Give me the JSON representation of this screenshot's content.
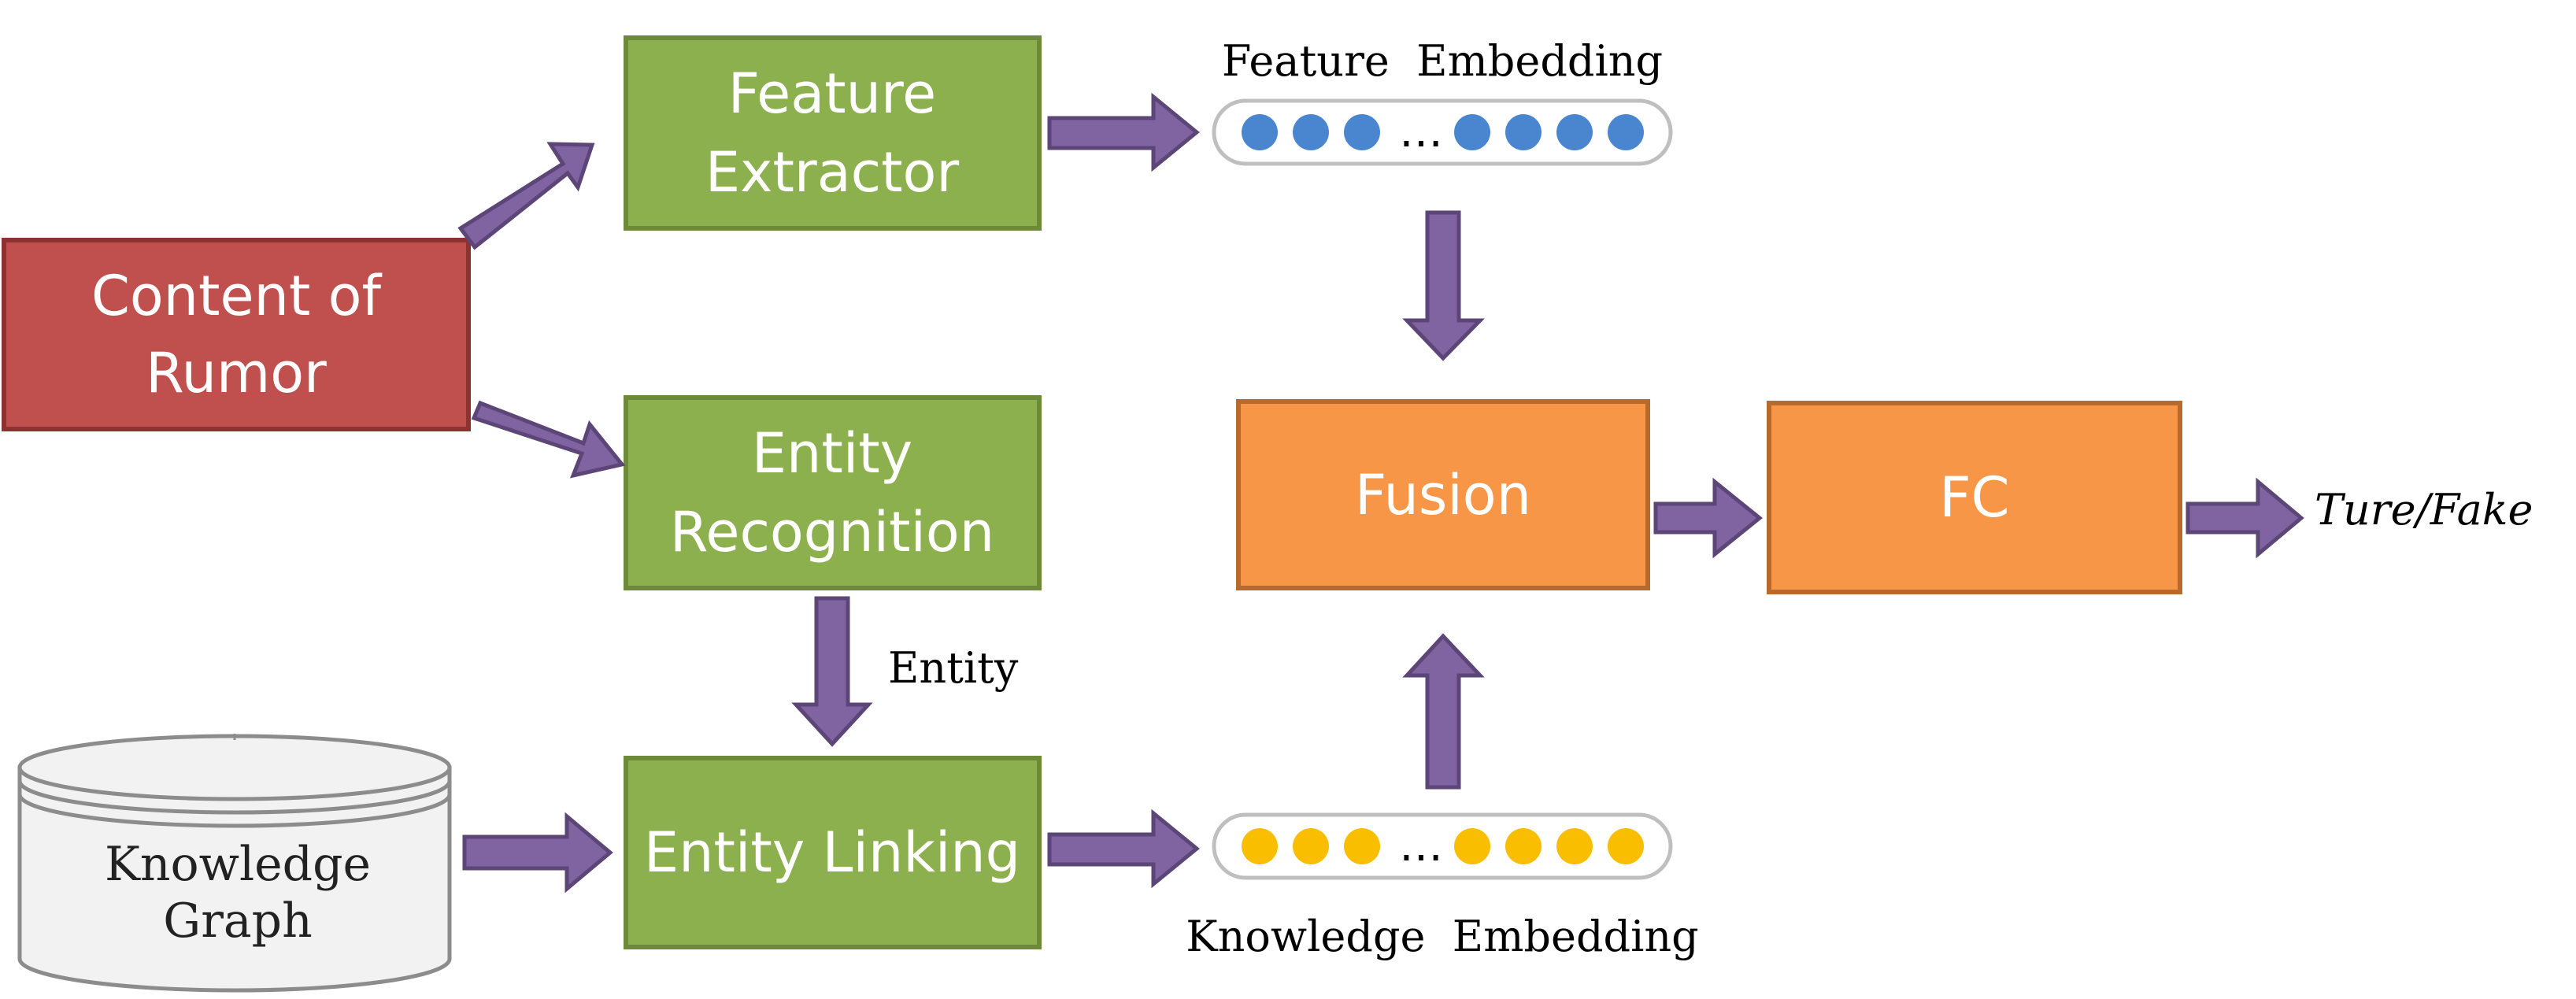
{
  "nodes": {
    "content_of_rumor": [
      "Content of",
      "Rumor"
    ],
    "feature_extractor": [
      "Feature",
      "Extractor"
    ],
    "entity_recognition": [
      "Entity",
      "Recognition"
    ],
    "entity_linking": "Entity Linking",
    "knowledge_graph": [
      "Knowledge",
      "Graph"
    ],
    "fusion": "Fusion",
    "fc": "FC"
  },
  "labels": {
    "feature_embedding": "Feature  Embedding",
    "knowledge_embedding": "Knowledge  Embedding",
    "entity": "Entity",
    "output": "Ture/Fake",
    "ellipsis": "…"
  },
  "colors": {
    "input_box": "#c0504d",
    "module_box": "#8db04f",
    "fusion_box": "#f79646",
    "arrow": "#8064a2",
    "feature_dot": "#4a86cf",
    "knowledge_dot": "#f9be00"
  }
}
